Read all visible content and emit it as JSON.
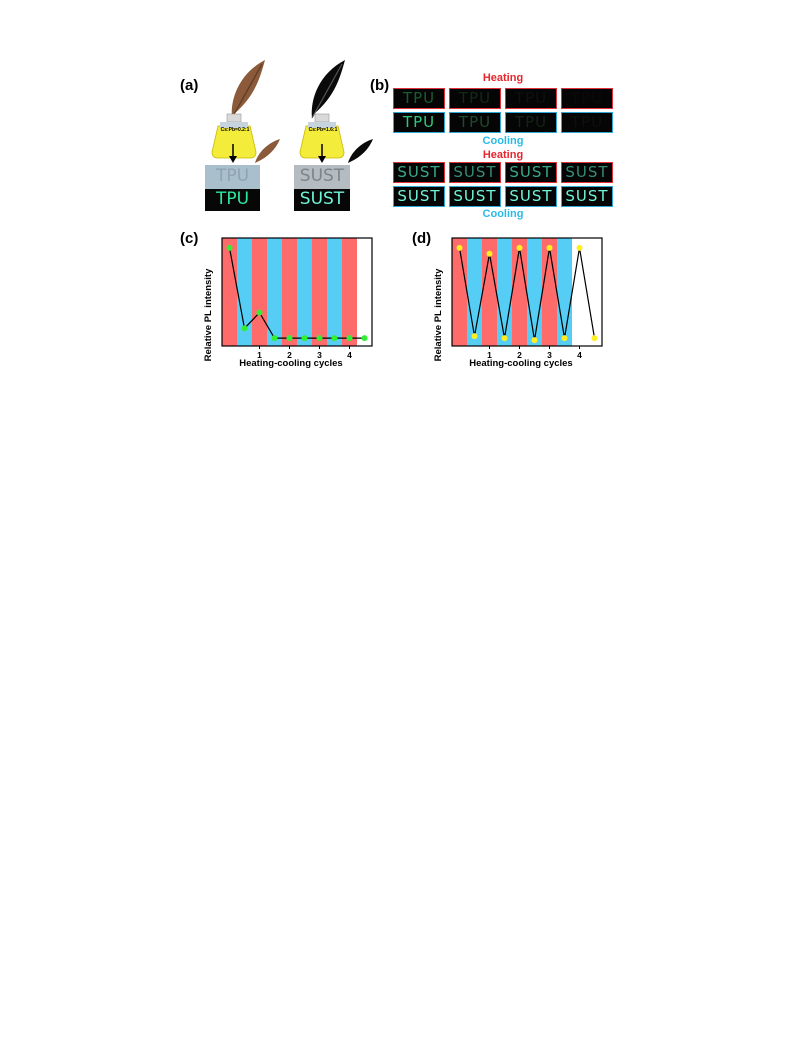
{
  "panels": {
    "a": "(a)",
    "b": "(b)",
    "c": "(c)",
    "d": "(d)"
  },
  "panel_a": {
    "bottle_left_label": "Cs:Pb=0.2:1",
    "bottle_right_label": "Cs:Pb=1.6:1",
    "left_word": "TPU",
    "right_word": "SUST"
  },
  "panel_b": {
    "heating_label": "Heating",
    "cooling_label": "Cooling",
    "row1_word": "TPU",
    "row2_word": "SUST"
  },
  "colors": {
    "heating": "#fd6b6b",
    "cooling": "#55cdf5",
    "green_glow": "#2ee88c",
    "cyan_glow": "#6ff5d8",
    "marker_c": "#33ee33",
    "marker_d": "#ffee22"
  },
  "chart_data": [
    {
      "type": "line",
      "panel": "c",
      "xlabel": "Heating-cooling cycles",
      "ylabel": "Relative PL intensity",
      "x_ticks": [
        "1",
        "2",
        "3",
        "4"
      ],
      "x": [
        0,
        0.5,
        1,
        1.5,
        2,
        2.5,
        3,
        3.5,
        4,
        4.5
      ],
      "y": [
        1.0,
        0.18,
        0.34,
        0.08,
        0.08,
        0.08,
        0.08,
        0.08,
        0.08,
        0.08
      ],
      "xlim": [
        -0.25,
        4.75
      ],
      "ylim": [
        0,
        1.1
      ],
      "background_bands": [
        "heating",
        "cooling",
        "heating",
        "cooling",
        "heating",
        "cooling",
        "heating",
        "cooling",
        "heating"
      ]
    },
    {
      "type": "line",
      "panel": "d",
      "xlabel": "Heating-cooling cycles",
      "ylabel": "Relative PL intensity",
      "x_ticks": [
        "1",
        "2",
        "3",
        "4"
      ],
      "x": [
        0,
        0.5,
        1,
        1.5,
        2,
        2.5,
        3,
        3.5,
        4,
        4.5
      ],
      "y": [
        1.0,
        0.1,
        0.94,
        0.08,
        1.0,
        0.06,
        1.0,
        0.08,
        1.0,
        0.08
      ],
      "xlim": [
        -0.25,
        4.75
      ],
      "ylim": [
        0,
        1.1
      ],
      "background_bands": [
        "heating",
        "cooling",
        "heating",
        "cooling",
        "heating",
        "cooling",
        "heating",
        "cooling"
      ]
    }
  ]
}
